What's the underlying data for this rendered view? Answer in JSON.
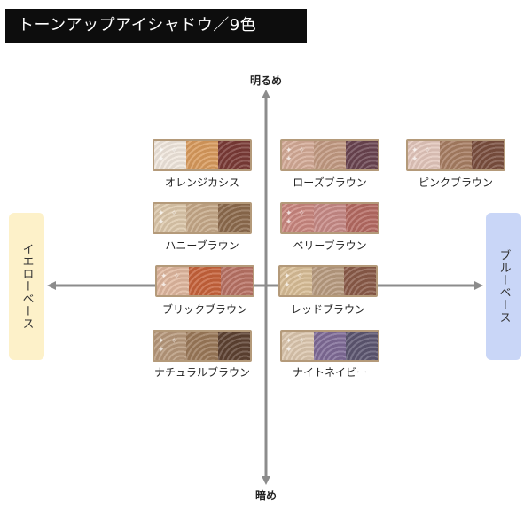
{
  "title": "トーンアップアイシャドウ／9色",
  "axes": {
    "top": "明るめ",
    "bottom": "暗め",
    "left": "イエローベース",
    "right": "ブルーベース"
  },
  "colors": {
    "title_bg": "#0d0d0d",
    "axis": "#8c8c8c",
    "yellow_base": "#fdf1c9",
    "blue_base": "#c9d6f7"
  },
  "palettes": [
    {
      "name": "オレンジカシス",
      "pans": [
        "#efe6dc",
        "#d89a5c",
        "#7a3a36"
      ]
    },
    {
      "name": "ローズブラウン",
      "pans": [
        "#d3aa96",
        "#c29a82",
        "#6a4450"
      ]
    },
    {
      "name": "ピンクブラウン",
      "pans": [
        "#e2c6bb",
        "#a77d62",
        "#7a4e3e"
      ]
    },
    {
      "name": "ハニーブラウン",
      "pans": [
        "#dcc7aa",
        "#c5a888",
        "#8c6a4c"
      ]
    },
    {
      "name": "ベリーブラウン",
      "pans": [
        "#c9867e",
        "#c78a86",
        "#b46a62"
      ]
    },
    {
      "name": "ブリックブラウン",
      "pans": [
        "#dfb79e",
        "#c6623a",
        "#b87264"
      ]
    },
    {
      "name": "レッドブラウン",
      "pans": [
        "#d8bd96",
        "#b89b80",
        "#8a5a48"
      ]
    },
    {
      "name": "ナチュラルブラウン",
      "pans": [
        "#b6977a",
        "#9a7858",
        "#5e4232"
      ]
    },
    {
      "name": "ナイトネイビー",
      "pans": [
        "#dbc6ad",
        "#7e6a96",
        "#5c5670"
      ]
    }
  ]
}
